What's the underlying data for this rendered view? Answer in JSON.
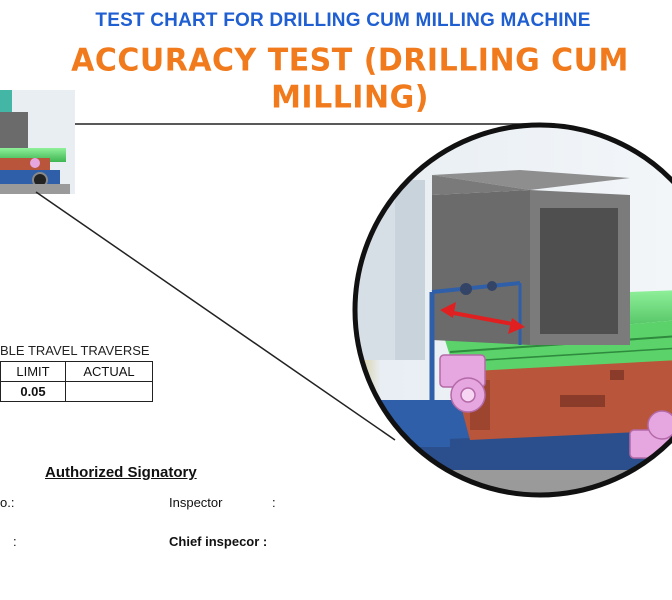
{
  "header": {
    "title": "TEST CHART FOR DRILLING CUM MILLING MACHINE",
    "subtitle": "ACCURACY TEST (DRILLING CUM MILLING)"
  },
  "table": {
    "caption": "BLE TRAVEL TRAVERSE",
    "headers": [
      "LIMIT",
      "ACTUAL"
    ],
    "rows": [
      [
        "0.05",
        ""
      ]
    ]
  },
  "signatures": {
    "heading": "Authorized Signatory",
    "left_label_1": "o.:",
    "left_label_2": ":",
    "inspector_label": "Inspector",
    "inspector_colon": ":",
    "chief_label": "Chief inspecor :"
  },
  "colors": {
    "title_blue": "#1f5fd1",
    "subtitle_orange": "#f07a1c",
    "machine_green": "#5bd36a",
    "machine_blue": "#2f5fa8",
    "machine_red": "#b8553a",
    "block_gray": "#6b6b6b",
    "arrow_red": "#e02020"
  }
}
